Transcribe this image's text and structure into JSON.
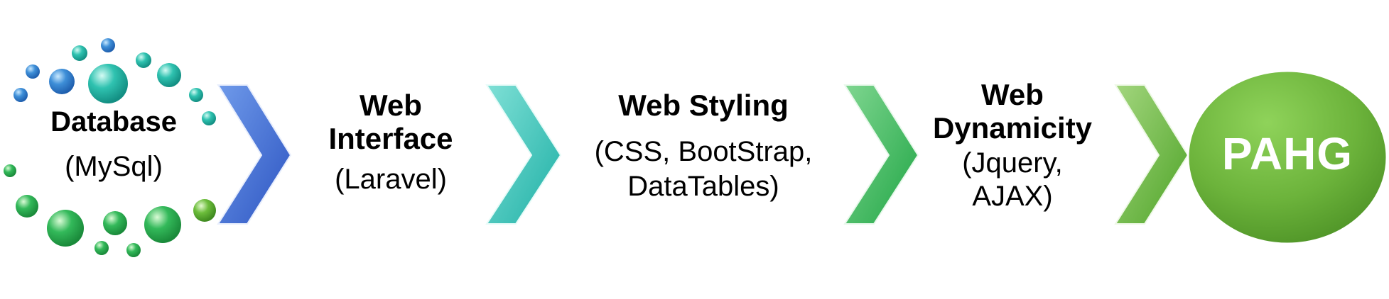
{
  "steps": [
    {
      "title": "Database",
      "subtitle": "(MySql)",
      "color": "#3b9bd9"
    },
    {
      "title": "Web Interface",
      "title_lines": [
        "Web",
        "Interface"
      ],
      "subtitle": "(Laravel)",
      "color": "#3a6bd0"
    },
    {
      "title": "Web Styling",
      "subtitle_lines": [
        "(CSS, BootStrap,",
        "DataTables)"
      ],
      "color": "#2fc0b8"
    },
    {
      "title": "Web Dynamicity",
      "title_lines": [
        "Web",
        "Dynamicity"
      ],
      "subtitle_lines": [
        "(Jquery,",
        "AJAX)"
      ],
      "color": "#2fb35a"
    }
  ],
  "final": {
    "label": "PAHG",
    "color": "#6cb33a"
  },
  "colors": {
    "arrow1": "#3a64cf",
    "arrow2": "#2cbdb3",
    "arrow3": "#2eb556",
    "arrow4": "#62b23b",
    "circle": "#6db33b"
  }
}
